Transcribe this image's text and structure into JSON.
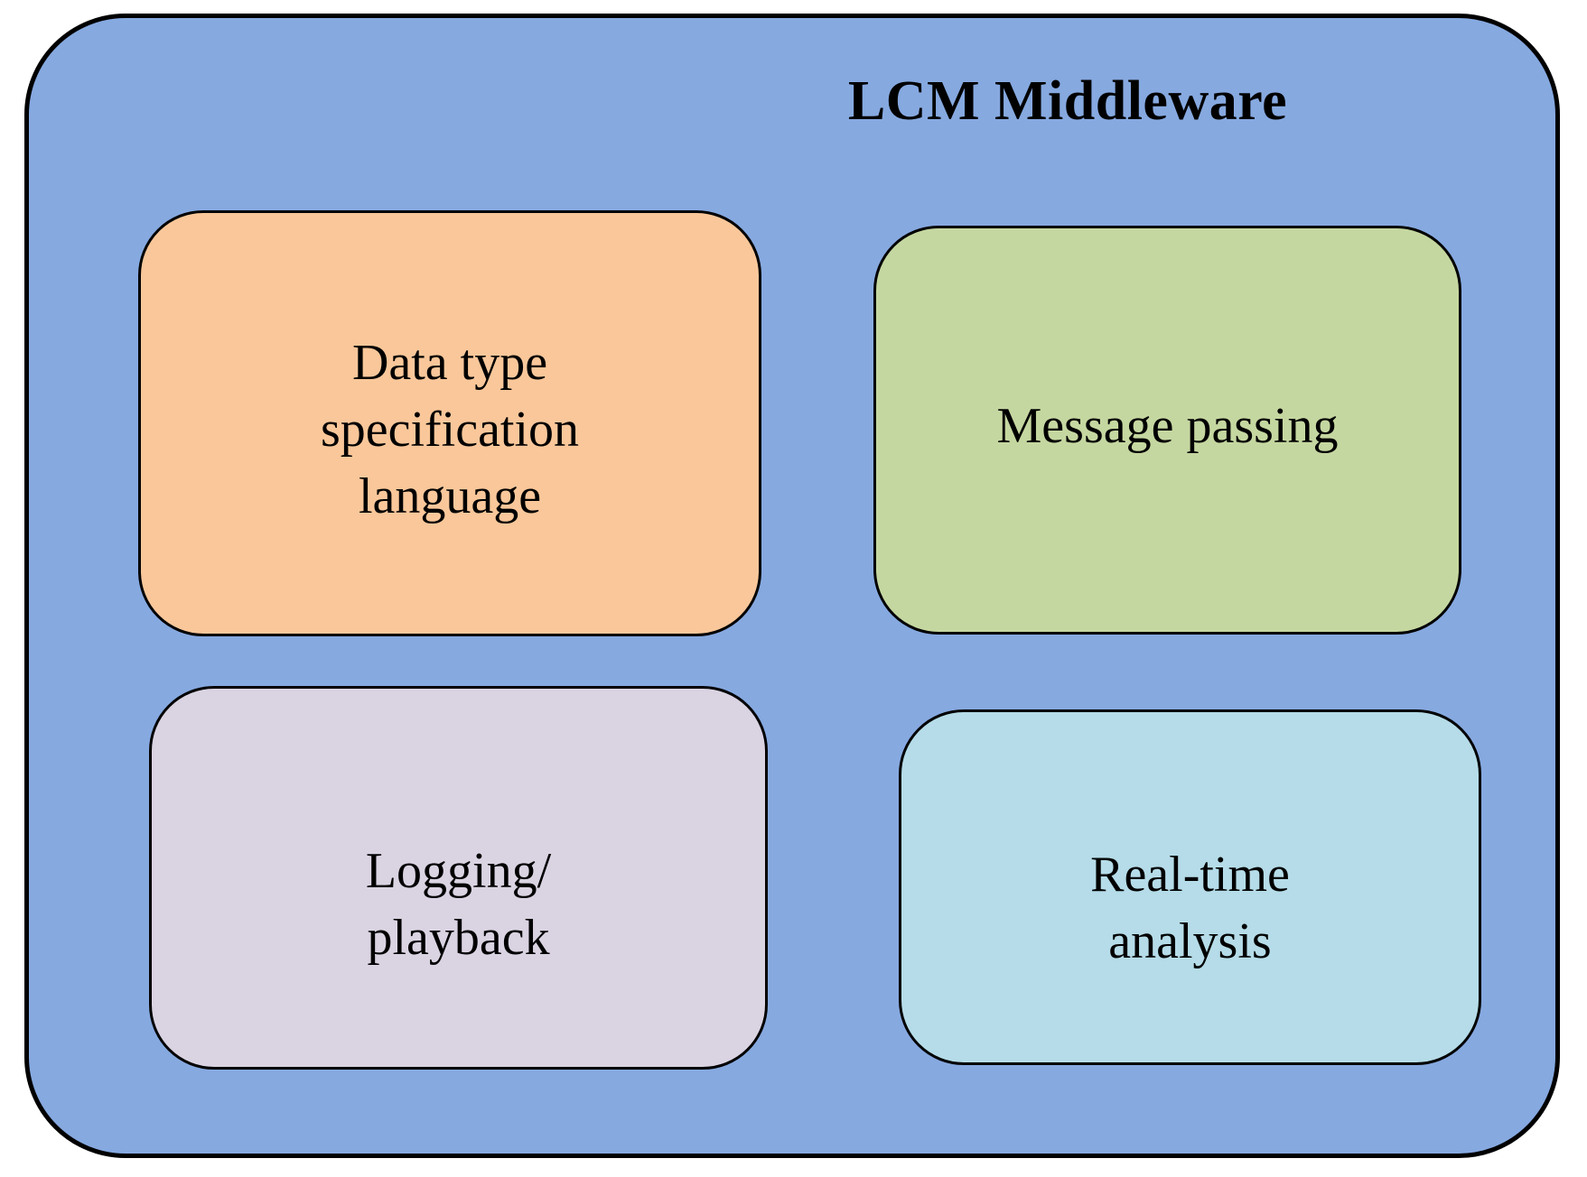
{
  "diagram": {
    "type": "block-diagram",
    "title": "LCM Middleware",
    "container": {
      "label": "LCM Middleware",
      "fill_color": "#86A9E0",
      "border_color": "#000000"
    },
    "modules": [
      {
        "id": "data-type-specification-language",
        "label": "Data type\nspecification\nlanguage",
        "fill_color": "#F9C79A",
        "border_color": "#000000",
        "position": "top-left"
      },
      {
        "id": "message-passing",
        "label": "Message passing",
        "fill_color": "#C5D7A0",
        "border_color": "#000000",
        "position": "top-right"
      },
      {
        "id": "logging-playback",
        "label": "Logging/\nplayback",
        "fill_color": "#DAD3E2",
        "border_color": "#000000",
        "position": "bottom-left"
      },
      {
        "id": "real-time-analysis",
        "label": "Real-time\nanalysis",
        "fill_color": "#B5DCE8",
        "border_color": "#000000",
        "position": "bottom-right"
      }
    ]
  }
}
